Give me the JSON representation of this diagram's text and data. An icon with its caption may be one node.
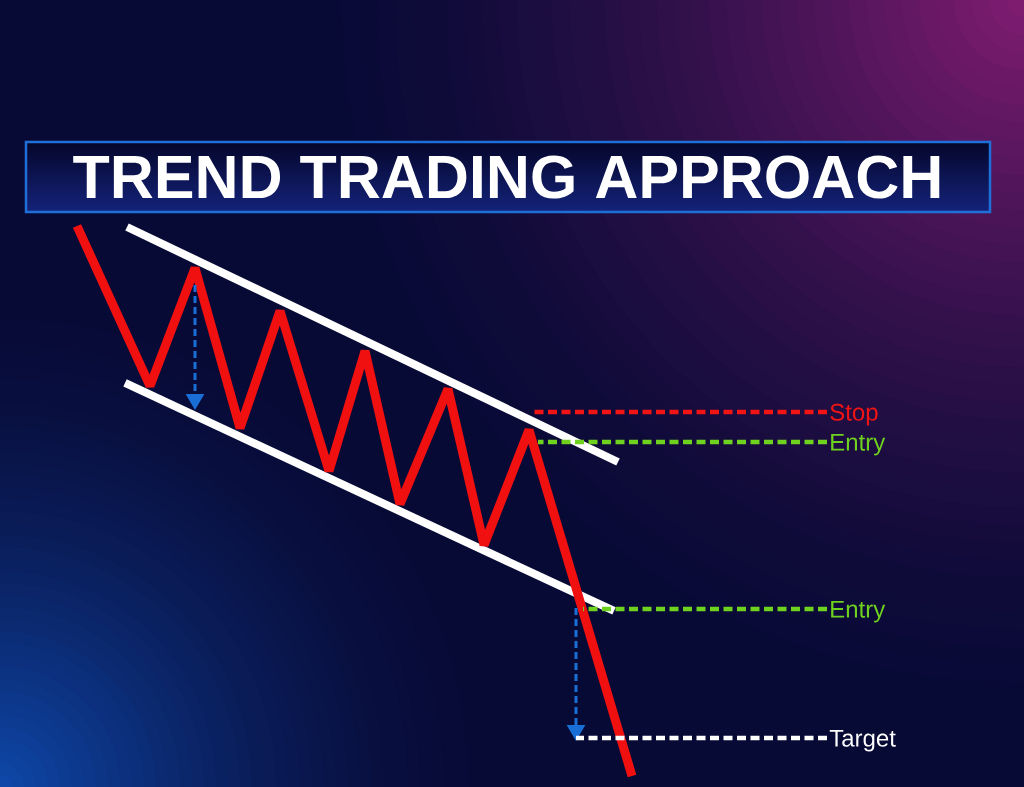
{
  "diagram": {
    "title": "TREND TRADING APPROACH",
    "nodes": [
      {
        "text": [
          "Stop"
        ]
      },
      {
        "text": [
          "Entry"
        ]
      },
      {
        "text": [
          "Entry"
        ]
      },
      {
        "text": [
          "Target"
        ]
      }
    ],
    "edges": [
      {
        "from": 0,
        "to": null,
        "arrow": "none",
        "style": "dashed",
        "color": "#f01414"
      },
      {
        "from": 1,
        "to": null,
        "arrow": "none",
        "style": "dashed"
      },
      {
        "from": 2,
        "to": null,
        "arrow": "none",
        "style": "dashed"
      },
      {
        "from": 3,
        "to": null,
        "arrow": "none",
        "style": "dashed",
        "color": "#ffffff"
      }
    ]
  }
}
